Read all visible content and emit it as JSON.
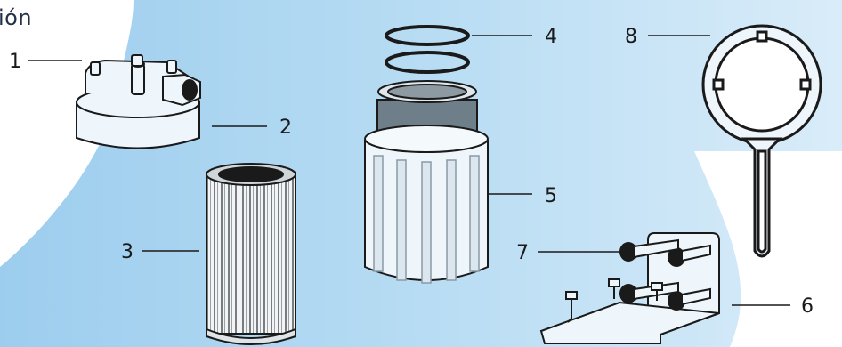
{
  "title_fragment": "ión",
  "callouts": {
    "n1": "1",
    "n2": "2",
    "n3": "3",
    "n4": "4",
    "n5": "5",
    "n6": "6",
    "n7": "7",
    "n8": "8"
  },
  "colors": {
    "background_blue": "#a8d4f0",
    "background_blue_light": "#cfe7f8",
    "outline": "#1a1a1a",
    "part_fill": "#eef6fb",
    "cartridge_dark": "#6c7d88"
  }
}
